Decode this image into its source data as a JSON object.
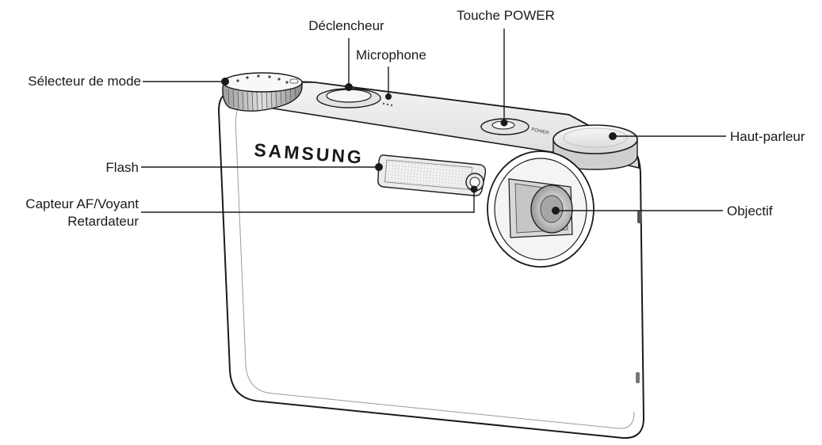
{
  "labels": {
    "mode_selector": "Sélecteur de mode",
    "shutter": "Déclencheur",
    "microphone": "Microphone",
    "power_button": "Touche POWER",
    "speaker": "Haut-parleur",
    "flash": "Flash",
    "af_sensor_line1": "Capteur AF/Voyant",
    "af_sensor_line2": "Retardateur",
    "lens": "Objectif"
  },
  "camera": {
    "brand": "SAMSUNG",
    "power_marking": "POWER"
  }
}
